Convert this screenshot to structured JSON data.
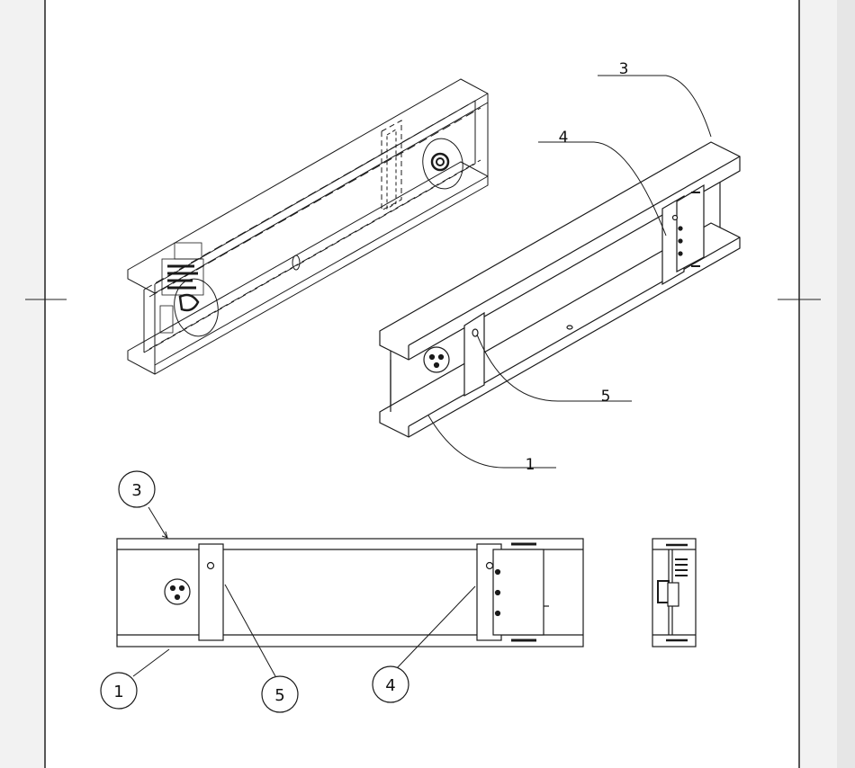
{
  "drawing": {
    "colors": {
      "line": "#1a1a1a",
      "paper": "#ffffff",
      "margin": "#f2f2f2"
    },
    "callouts": {
      "iso_3": "3",
      "iso_4": "4",
      "iso_5": "5",
      "iso_1": "1",
      "front_3": "3",
      "front_1": "1",
      "front_5": "5",
      "front_4": "4"
    }
  }
}
